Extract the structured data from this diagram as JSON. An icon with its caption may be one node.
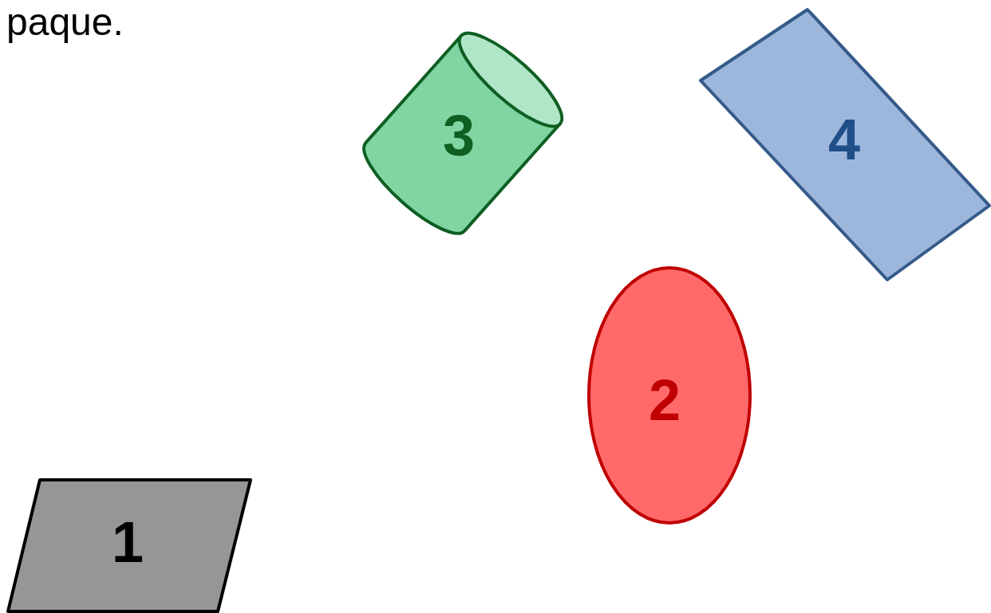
{
  "diagram": {
    "nodes": [
      {
        "text": [
          "1"
        ]
      },
      {
        "text": [
          "2"
        ]
      },
      {
        "text": [
          "3"
        ]
      },
      {
        "text": [
          "4"
        ]
      }
    ],
    "labels": [
      "paque."
    ]
  }
}
